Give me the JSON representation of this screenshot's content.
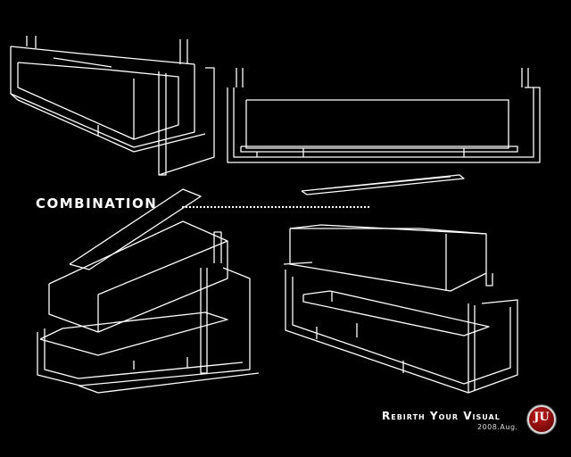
{
  "heading": "COMBINATION",
  "tagline": "Rebirth Your Visual",
  "date": "2008.Aug.",
  "logo": {
    "text": "JU",
    "color": "#b01010"
  },
  "colors": {
    "background": "#000000",
    "lines": "#ffffff"
  }
}
